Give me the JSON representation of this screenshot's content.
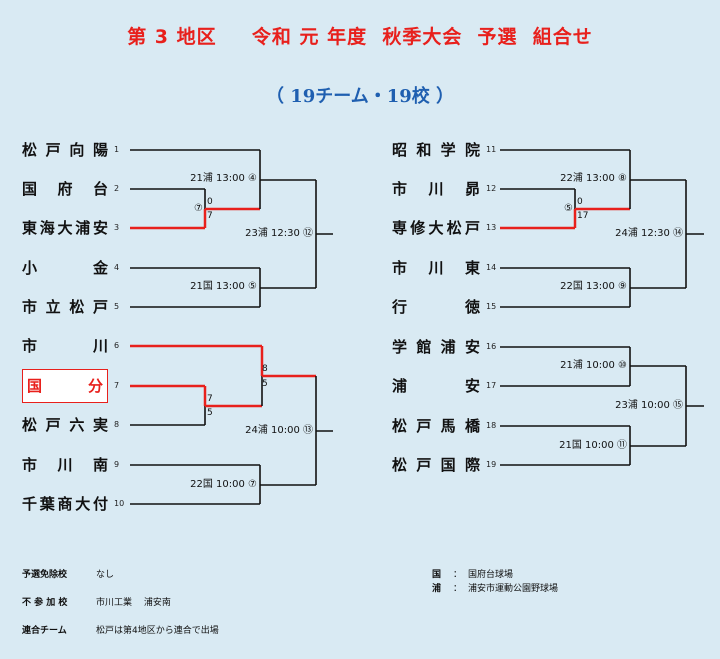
{
  "title": "第 3 地区　  令和 元 年度  秋季大会  予選  組合せ",
  "subtitle": "（ 19チーム・19校 ）",
  "teams": {
    "t1": "松戸向陽",
    "t2": "国府台",
    "t3": "東海大浦安",
    "t4": "小金",
    "t5": "市立松戸",
    "t6": "市川",
    "t7": "国分",
    "t8": "松戸六実",
    "t9": "市川南",
    "t10": "千葉商大付",
    "t11": "昭和学院",
    "t12": "市川昴",
    "t13": "専修大松戸",
    "t14": "市川東",
    "t15": "行徳",
    "t16": "学館浦安",
    "t17": "浦安",
    "t18": "松戸馬橋",
    "t19": "松戸国際"
  },
  "seeds": {
    "t1": "1",
    "t2": "2",
    "t3": "3",
    "t4": "4",
    "t5": "5",
    "t6": "6",
    "t7": "7",
    "t8": "8",
    "t9": "9",
    "t10": "10",
    "t11": "11",
    "t12": "12",
    "t13": "13",
    "t14": "14",
    "t15": "15",
    "t16": "16",
    "t17": "17",
    "t18": "18",
    "t19": "19"
  },
  "games": {
    "g4": "21浦 13:00 ④",
    "g5": "21国 13:00 ⑤",
    "g7": "22国 10:00 ⑦",
    "g8": "22浦 13:00 ⑧",
    "g9": "22国 13:00 ⑨",
    "g10": "21浦 10:00 ⑩",
    "g11": "21国 10:00 ⑪",
    "g12": "23浦 12:30 ⑫",
    "g13": "24浦 10:00 ⑬",
    "g14": "24浦 12:30 ⑭",
    "g15": "23浦 10:00 ⑮",
    "c7": "⑦",
    "c5": "⑤"
  },
  "scores": {
    "s_g7_top": "0",
    "s_g7_bot": "7",
    "s_g6_top": "7",
    "s_g6_bot": "5",
    "s_g13_top": "8",
    "s_g13_bot": "5",
    "s_g5r_top": "0",
    "s_g5r_bot": "17"
  },
  "footer": {
    "label1": "予選免除校",
    "val1": "なし",
    "label2": "不 参 加 校",
    "val2": "市川工業　 浦安南",
    "label3": "連合チーム",
    "val3": "松戸は第4地区から連合で出場",
    "venue1_key": "国",
    "venue1_sep": "：",
    "venue1_val": "国府台球場",
    "venue2_key": "浦",
    "venue2_sep": "：",
    "venue2_val": "浦安市運動公園野球場"
  },
  "colors": {
    "accent": "#e8201c",
    "subtitle": "#1f5fb0",
    "background": "#d9eaf3"
  }
}
